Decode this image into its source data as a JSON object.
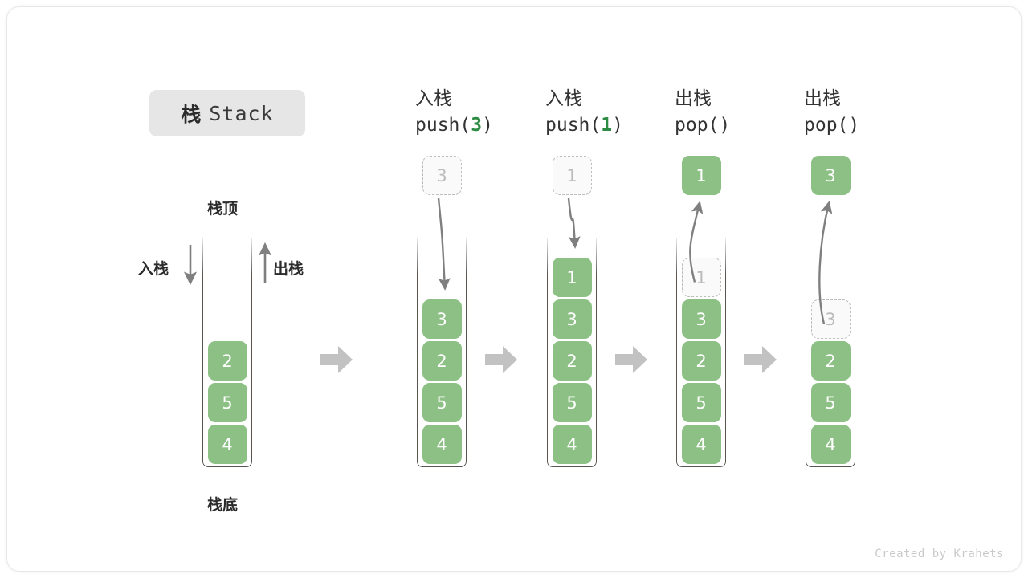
{
  "figure": {
    "title_cn": "栈",
    "title_en": "Stack",
    "footer": "Created by Krahets"
  },
  "palette": {
    "cell_green": "#8cc084",
    "cell_text": "#ffffff",
    "ghost_border": "#bdbdbd",
    "ghost_text": "#bbbbbb",
    "tube_stroke": "#5a5450",
    "arrow_gray": "#7f7f7f",
    "block_arrow": "#c2c2c2",
    "title_chip_bg": "#e6e6e6",
    "code_number_green": "#2e8b44",
    "footer_gray": "#c9c9c9"
  },
  "left_panel": {
    "top_label": "栈顶",
    "bottom_label": "栈底",
    "push_label": "入栈",
    "pop_label": "出栈",
    "stack": [
      "2",
      "5",
      "4"
    ]
  },
  "steps": [
    {
      "id": "push-3",
      "header_cn": "入栈",
      "header_code_prefix": "push(",
      "header_code_num": "3",
      "header_code_suffix": ")",
      "op": "push",
      "floating_value": "3",
      "floating_style": "ghost",
      "stack": [
        {
          "value": "3",
          "style": "solid"
        },
        {
          "value": "2",
          "style": "solid"
        },
        {
          "value": "5",
          "style": "solid"
        },
        {
          "value": "4",
          "style": "solid"
        }
      ]
    },
    {
      "id": "push-1",
      "header_cn": "入栈",
      "header_code_prefix": "push(",
      "header_code_num": "1",
      "header_code_suffix": ")",
      "op": "push",
      "floating_value": "1",
      "floating_style": "ghost",
      "stack": [
        {
          "value": "1",
          "style": "solid"
        },
        {
          "value": "3",
          "style": "solid"
        },
        {
          "value": "2",
          "style": "solid"
        },
        {
          "value": "5",
          "style": "solid"
        },
        {
          "value": "4",
          "style": "solid"
        }
      ]
    },
    {
      "id": "pop-1",
      "header_cn": "出栈",
      "header_code_prefix": "pop(",
      "header_code_num": "",
      "header_code_suffix": ")",
      "op": "pop",
      "floating_value": "1",
      "floating_style": "solid",
      "stack": [
        {
          "value": "1",
          "style": "ghost"
        },
        {
          "value": "3",
          "style": "solid"
        },
        {
          "value": "2",
          "style": "solid"
        },
        {
          "value": "5",
          "style": "solid"
        },
        {
          "value": "4",
          "style": "solid"
        }
      ]
    },
    {
      "id": "pop-2",
      "header_cn": "出栈",
      "header_code_prefix": "pop(",
      "header_code_num": "",
      "header_code_suffix": ")",
      "op": "pop",
      "floating_value": "3",
      "floating_style": "solid",
      "stack": [
        {
          "value": "3",
          "style": "ghost"
        },
        {
          "value": "2",
          "style": "solid"
        },
        {
          "value": "5",
          "style": "solid"
        },
        {
          "value": "4",
          "style": "solid"
        }
      ]
    }
  ],
  "separators": [
    "block-arrow-right",
    "block-arrow-right",
    "block-arrow-right",
    "block-arrow-right"
  ]
}
